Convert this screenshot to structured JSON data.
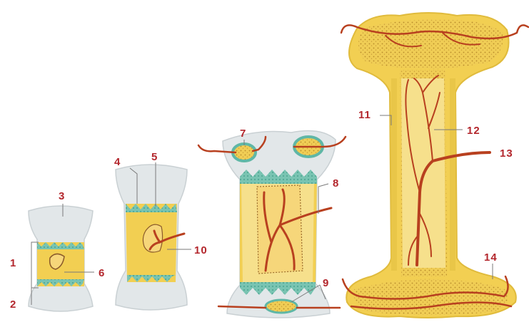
{
  "diagram": {
    "labels": [
      {
        "id": "1",
        "text": "1"
      },
      {
        "id": "2",
        "text": "2"
      },
      {
        "id": "3",
        "text": "3"
      },
      {
        "id": "4",
        "text": "4"
      },
      {
        "id": "5",
        "text": "5"
      },
      {
        "id": "6",
        "text": "6"
      },
      {
        "id": "7",
        "text": "7"
      },
      {
        "id": "8",
        "text": "8"
      },
      {
        "id": "9",
        "text": "9"
      },
      {
        "id": "10",
        "text": "10"
      },
      {
        "id": "11",
        "text": "11"
      },
      {
        "id": "12",
        "text": "12"
      },
      {
        "id": "13",
        "text": "13"
      },
      {
        "id": "14",
        "text": "14"
      }
    ],
    "colors": {
      "cartilage": "#dfe6e8",
      "bone_collar": "#f2cf52",
      "ossification_front": "#5fb7a6",
      "marrow": "#f6e08c",
      "vessel": "#b8401f",
      "label": "#b3262c"
    }
  }
}
